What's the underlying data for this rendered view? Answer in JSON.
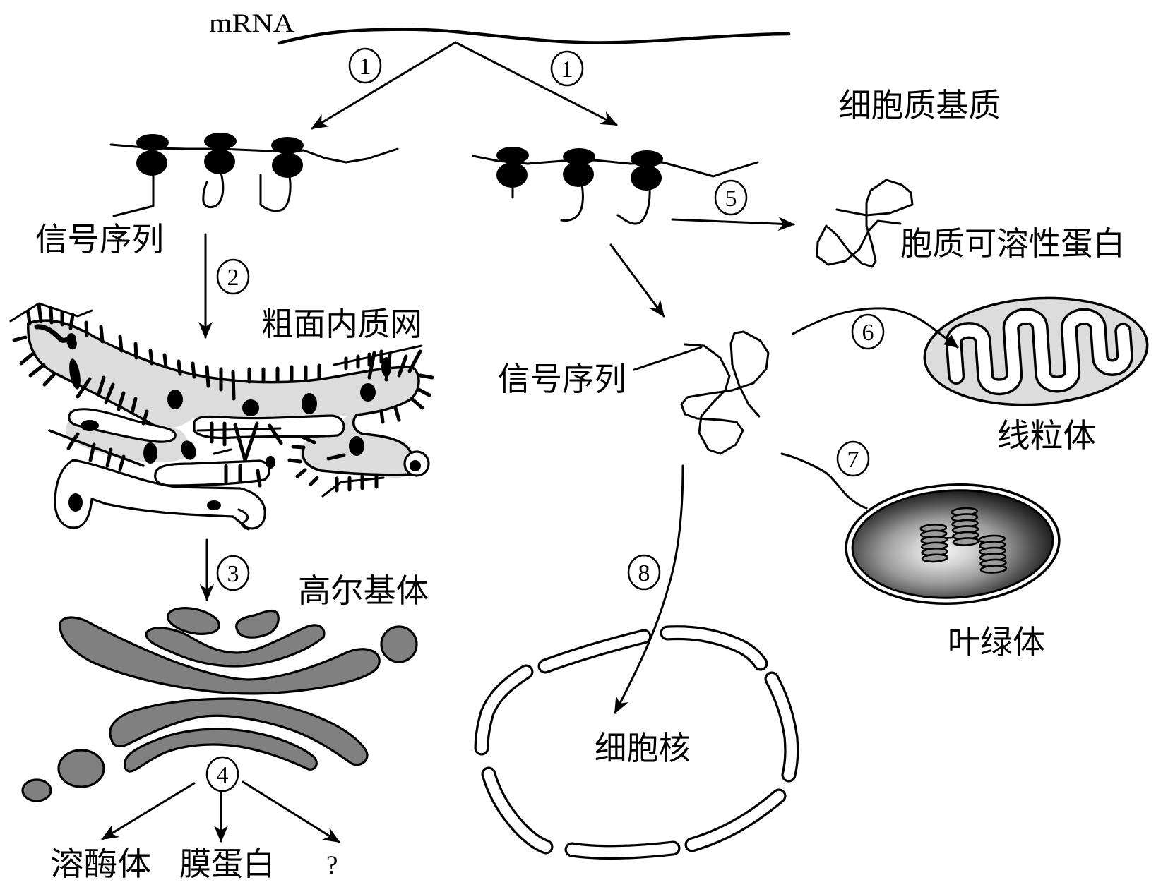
{
  "mrna": {
    "label": "mRNA"
  },
  "regions": {
    "cytoplasm_matrix_label": "细胞质基质"
  },
  "er_pathway": {
    "step_translate": "1",
    "signal_sequence_label": "信号序列",
    "step_to_er": "2",
    "er_label": "粗面内质网",
    "step_to_golgi": "3",
    "golgi_label": "高尔基体",
    "step_sorting": "4",
    "destinations": [
      "溶酶体",
      "膜蛋白",
      "?"
    ]
  },
  "free_ribosome_pathway": {
    "step_translate": "1",
    "step_release": "5",
    "soluble_protein_label": "胞质可溶性蛋白",
    "signal_sequence_label": "信号序列",
    "step_mitochondria": "6",
    "mitochondria_label": "线粒体",
    "step_chloroplast": "7",
    "chloroplast_label": "叶绿体",
    "step_nucleus": "8",
    "nucleus_label": "细胞核"
  },
  "colors": {
    "er_fill": "#dcdcdc",
    "golgi_fill": "#808080",
    "mitochondria_fill": "#dcdcdc",
    "stroke": "#000000"
  }
}
